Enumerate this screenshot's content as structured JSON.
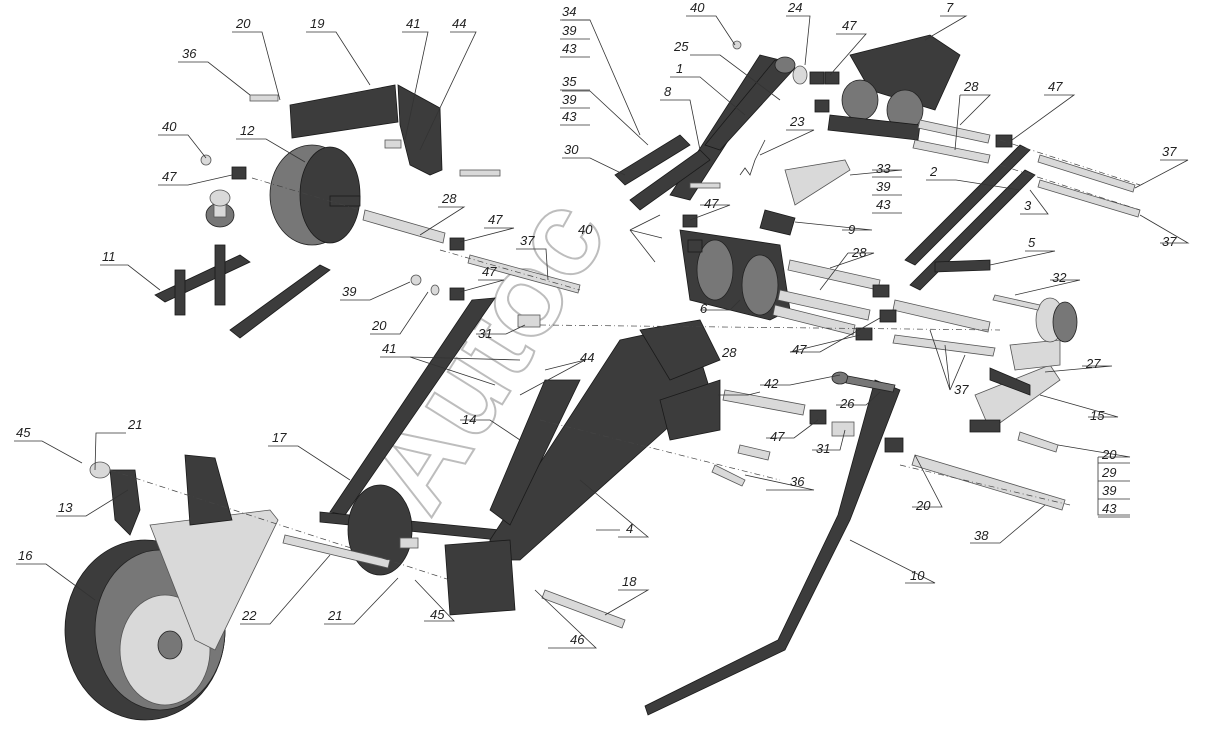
{
  "watermark": "Autoc",
  "callouts": {
    "c20a": "20",
    "c19": "19",
    "c41a": "41",
    "c44a": "44",
    "c36a": "36",
    "c40a": "40",
    "c12": "12",
    "c47a": "47",
    "c28a": "28",
    "c47b": "47",
    "c37a": "37",
    "c11": "11",
    "c39a": "39",
    "c47c": "47",
    "c20b": "20",
    "c41b": "41",
    "c31a": "31",
    "c44b": "44",
    "c14": "14",
    "c17": "17",
    "c45a": "45",
    "c21a": "21",
    "c13": "13",
    "c16": "16",
    "c22": "22",
    "c21b": "21",
    "c45b": "45",
    "c46": "46",
    "c18": "18",
    "c4": "4",
    "c36b": "36",
    "c34": "34",
    "c39b": "39",
    "c43a": "43",
    "c35": "35",
    "c39c": "39",
    "c43b": "43",
    "c30": "30",
    "c40b": "40",
    "c24": "24",
    "c25": "25",
    "c1": "1",
    "c8": "8",
    "c23": "23",
    "c7": "7",
    "c47d": "47",
    "c28b": "28",
    "c47e": "47",
    "c37b": "37",
    "c2": "2",
    "c3": "3",
    "c37c": "37",
    "c33": "33",
    "c39d": "39",
    "c43c": "43",
    "c9": "9",
    "c40c": "40",
    "c47f": "47",
    "c28c": "28",
    "c6": "6",
    "c5": "5",
    "c32": "32",
    "c47g": "47",
    "c27": "27",
    "c15": "15",
    "c37d": "37",
    "c28d": "28",
    "c42": "42",
    "c26": "26",
    "c47h": "47",
    "c31b": "31",
    "c20c": "20",
    "c20d": "20",
    "c29": "29",
    "c39e": "39",
    "c43d": "43",
    "c38": "38",
    "c10": "10"
  }
}
